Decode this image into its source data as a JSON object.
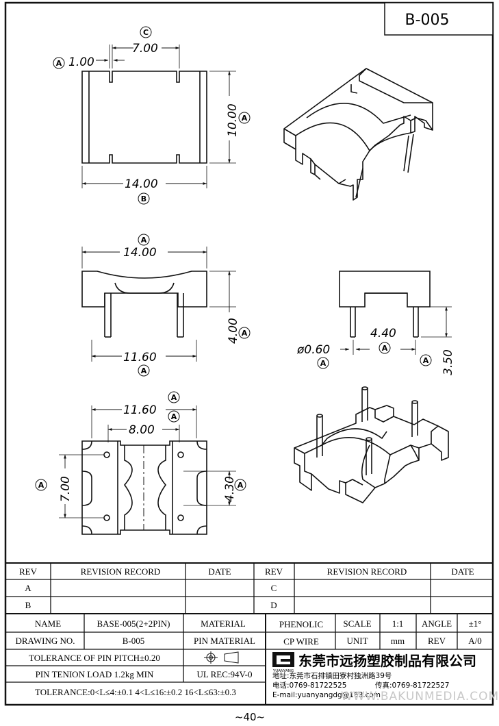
{
  "part_no": "B-005",
  "page_no": "~40~",
  "dimensions": {
    "top_pin_width": "1.00",
    "top_slot": "7.00",
    "top_height": "10.00",
    "top_length": "14.00",
    "front_length": "14.00",
    "front_height": "4.00",
    "front_pin_span": "11.60",
    "side_pin_dia": "ø0.60",
    "side_pin_span": "4.40",
    "side_pin_len": "3.50",
    "bottom_outer": "11.60",
    "bottom_inner": "8.00",
    "bottom_left": "7.00",
    "bottom_right": "4.30"
  },
  "datums": {
    "a": "A",
    "b": "B",
    "c": "C"
  },
  "revision": {
    "headers": [
      "REV",
      "REVISION RECORD",
      "DATE",
      "REV",
      "REVISION RECORD",
      "DATE"
    ],
    "rows": [
      [
        "A",
        "",
        "",
        "C",
        "",
        ""
      ],
      [
        "B",
        "",
        "",
        "D",
        "",
        ""
      ]
    ]
  },
  "spec": {
    "name_label": "NAME",
    "name_value": "BASE-005(2+2PIN)",
    "material_label": "MATERIAL",
    "material_value": "PHENOLIC",
    "scale_label": "SCALE",
    "scale_value": "1:1",
    "angle_label": "ANGLE",
    "angle_value": "±1°",
    "drawing_label": "DRAWING NO.",
    "drawing_value": "B-005",
    "pin_material_label": "PIN MATERIAL",
    "pin_material_value": "CP WIRE",
    "unit_label": "UNIT",
    "unit_value": "mm",
    "rev_label": "REV",
    "rev_value": "A/0",
    "tol_pitch": "TOLERANCE OF PIN PITCH±0.20",
    "pin_tension": "PIN TENION LOAD 1.2kg MIN",
    "ul": "UL REC:94V-0",
    "tolerance": "TOLERANCE:0<L≤4:±0.1  4<L≤16:±0.2  16<L≤63:±0.3"
  },
  "company": {
    "name": "东莞市远扬塑胶制品有限公司",
    "logo_text": "YUANYANG",
    "address": "地址:东莞市石排镇田寮村独洲路39号",
    "phone": "电话:0769-81722525",
    "fax": "传真:0769-81722527",
    "email": "E-mail:yuanyangdg@163.com",
    "watermark": "WWW.BAKUNMEDIA.COM"
  }
}
